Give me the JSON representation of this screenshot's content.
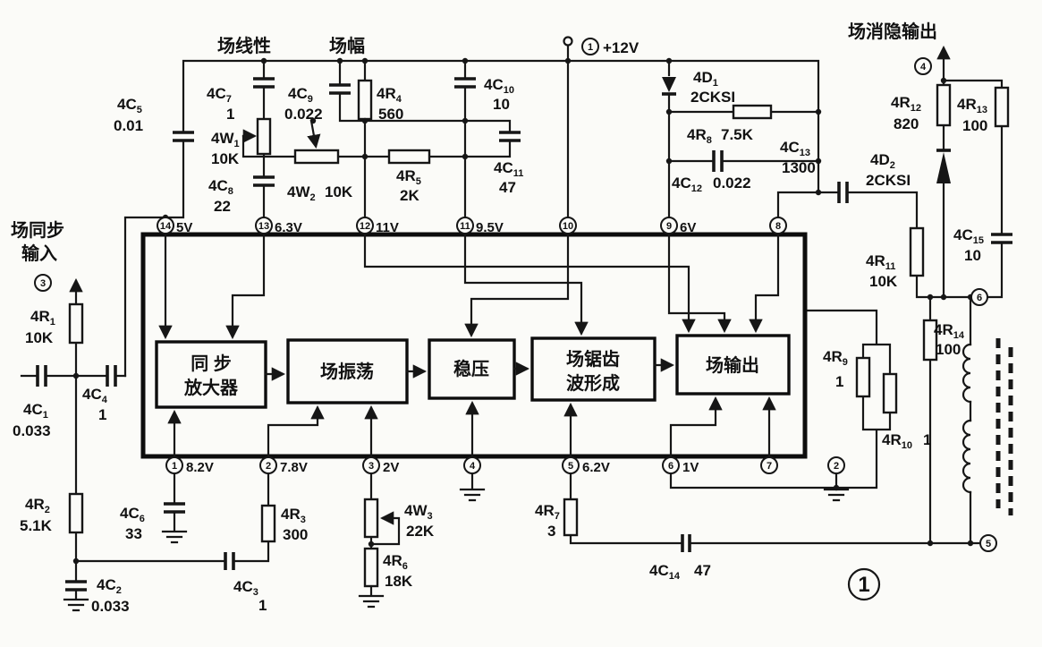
{
  "figure": {
    "number": "1"
  },
  "power": {
    "terminal_num": "1",
    "label": "+12V"
  },
  "adjustments": {
    "linearity": "场线性",
    "amplitude": "场幅"
  },
  "io": {
    "sync_input": {
      "num": "3",
      "line1": "场同步",
      "line2": "输入"
    },
    "blanking_output": {
      "num": "4",
      "label": "场消隐输出"
    },
    "yoke_top": {
      "num": "6"
    },
    "yoke_bottom": {
      "num": "5"
    }
  },
  "ic": {
    "blocks": {
      "sync_amp_l1": "同 步",
      "sync_amp_l2": "放大器",
      "osc": "场振荡",
      "reg": "稳压",
      "saw_l1": "场锯齿",
      "saw_l2": "波形成",
      "out": "场输出"
    },
    "top_pins": [
      {
        "num": "14",
        "v": "5V"
      },
      {
        "num": "13",
        "v": "6.3V"
      },
      {
        "num": "12",
        "v": "11V"
      },
      {
        "num": "11",
        "v": "9.5V"
      },
      {
        "num": "10",
        "v": ""
      },
      {
        "num": "9",
        "v": "6V"
      },
      {
        "num": "8",
        "v": ""
      }
    ],
    "bottom_pins": [
      {
        "num": "1",
        "v": "8.2V"
      },
      {
        "num": "2",
        "v": "7.8V"
      },
      {
        "num": "3",
        "v": "2V"
      },
      {
        "num": "4",
        "v": ""
      },
      {
        "num": "5",
        "v": "6.2V"
      },
      {
        "num": "6",
        "v": "1V"
      },
      {
        "num": "7",
        "v": ""
      },
      {
        "num": "2",
        "v": ""
      }
    ]
  },
  "components": {
    "c1": {
      "ref": "4C",
      "sub": "1",
      "value": "0.033"
    },
    "c2": {
      "ref": "4C",
      "sub": "2",
      "value": "0.033"
    },
    "c3": {
      "ref": "4C",
      "sub": "3",
      "value": "1"
    },
    "c4": {
      "ref": "4C",
      "sub": "4",
      "value": "1"
    },
    "c5": {
      "ref": "4C",
      "sub": "5",
      "value": "0.01"
    },
    "c6": {
      "ref": "4C",
      "sub": "6",
      "value": "33"
    },
    "c7": {
      "ref": "4C",
      "sub": "7",
      "value": "1"
    },
    "c8": {
      "ref": "4C",
      "sub": "8",
      "value": "22"
    },
    "c9": {
      "ref": "4C",
      "sub": "9",
      "value": "0.022"
    },
    "c10": {
      "ref": "4C",
      "sub": "10",
      "value": "10"
    },
    "c11": {
      "ref": "4C",
      "sub": "11",
      "value": "47"
    },
    "c12": {
      "ref": "4C",
      "sub": "12",
      "value": "0.022"
    },
    "c13": {
      "ref": "4C",
      "sub": "13",
      "value": "1300"
    },
    "c14": {
      "ref": "4C",
      "sub": "14",
      "value": "47"
    },
    "c15": {
      "ref": "4C",
      "sub": "15",
      "value": "10"
    },
    "r1": {
      "ref": "4R",
      "sub": "1",
      "value": "10K"
    },
    "r2": {
      "ref": "4R",
      "sub": "2",
      "value": "5.1K"
    },
    "r3": {
      "ref": "4R",
      "sub": "3",
      "value": "300"
    },
    "r4": {
      "ref": "4R",
      "sub": "4",
      "value": "560"
    },
    "r5": {
      "ref": "4R",
      "sub": "5",
      "value": "2K"
    },
    "r6": {
      "ref": "4R",
      "sub": "6",
      "value": "18K"
    },
    "r7": {
      "ref": "4R",
      "sub": "7",
      "value": "3"
    },
    "r8": {
      "ref": "4R",
      "sub": "8",
      "value": "7.5K"
    },
    "r9": {
      "ref": "4R",
      "sub": "9",
      "value": "1"
    },
    "r10": {
      "ref": "4R",
      "sub": "10",
      "value": "1"
    },
    "r11": {
      "ref": "4R",
      "sub": "11",
      "value": "10K"
    },
    "r12": {
      "ref": "4R",
      "sub": "12",
      "value": "820"
    },
    "r13": {
      "ref": "4R",
      "sub": "13",
      "value": "100"
    },
    "r14": {
      "ref": "4R",
      "sub": "14",
      "value": "100"
    },
    "w1": {
      "ref": "4W",
      "sub": "1",
      "value": "10K"
    },
    "w2": {
      "ref": "4W",
      "sub": "2",
      "value": "10K"
    },
    "w3": {
      "ref": "4W",
      "sub": "3",
      "value": "22K"
    },
    "d1": {
      "ref": "4D",
      "sub": "1",
      "value": "2CKSI"
    },
    "d2": {
      "ref": "4D",
      "sub": "2",
      "value": "2CKSI"
    }
  }
}
